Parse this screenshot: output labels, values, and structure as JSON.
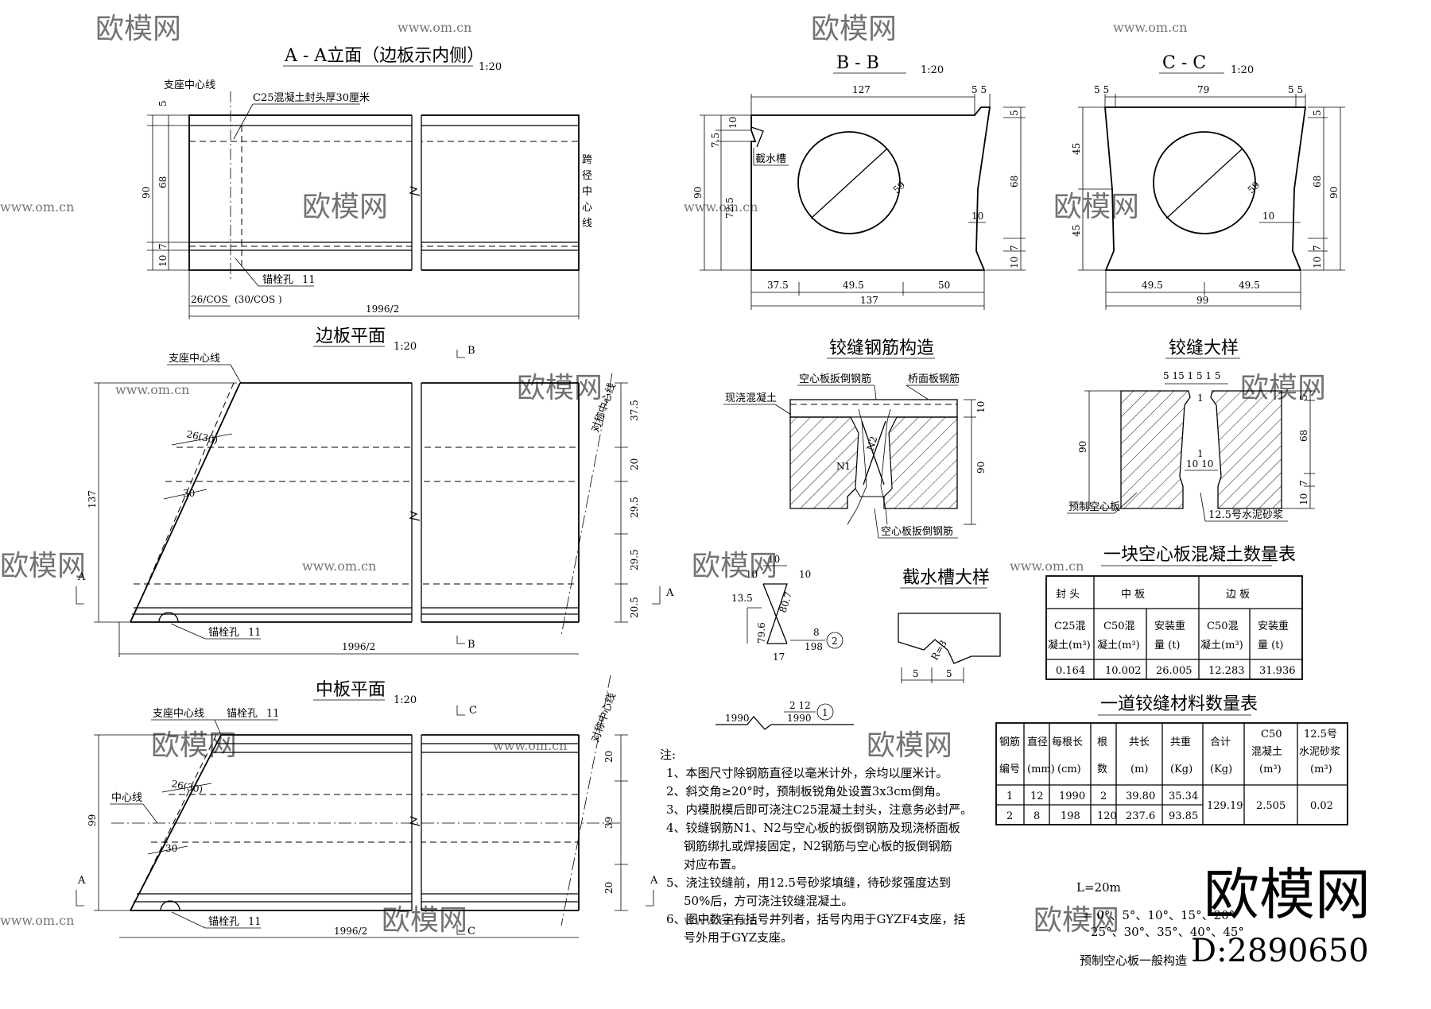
{
  "views": {
    "aa": {
      "title": "A - A立面（边板示内侧）",
      "scale": "1:20",
      "support_cl": "支座中心线",
      "seal": "C25混凝土封头厚30厘米",
      "span_cl": "跨径中心线",
      "anchor": "锚栓孔",
      "anchor_n": "11",
      "d_26cos": "26/COS",
      "d_30cos": "(30/COS )",
      "d_len": "1996/2",
      "d_5": "5",
      "d_68": "68",
      "d_90": "90",
      "d_10": "10",
      "d_7": "7"
    },
    "edge": {
      "title": "边板平面",
      "scale": "1:20",
      "support_cl": "支座中心线",
      "sym_cl": "对称中心线",
      "anchor": "锚栓孔",
      "anchor_n": "11",
      "d_26_30": "26(30)",
      "d_30": "30",
      "d_137": "137",
      "d_len": "1996/2",
      "d_375": "37.5",
      "d_20": "20",
      "d_295a": "29.5",
      "d_295b": "29.5",
      "d_205": "20.5",
      "sec_a": "A",
      "sec_b": "B"
    },
    "mid": {
      "title": "中板平面",
      "scale": "1:20",
      "support_cl": "支座中心线",
      "anchor_top": "锚栓孔",
      "anchor_top_n": "11",
      "centerline": "中心线",
      "sym_cl": "对称中心线",
      "anchor": "锚栓孔",
      "anchor_n": "11",
      "d_26_30": "26(30)",
      "d_30": "30",
      "d_99": "99",
      "d_len": "1996/2",
      "d_20a": "20",
      "d_39": "39",
      "d_20b": "20",
      "sec_a": "A",
      "sec_c": "C"
    },
    "bb": {
      "title": "B - B",
      "scale": "1:20",
      "drip": "截水槽",
      "d_127": "127",
      "d_55": "5 5",
      "d_10": "10",
      "d_75": "7.5",
      "d_90": "90",
      "d_725": "72.5",
      "d_59": "59",
      "d_5": "5",
      "d_68": "68",
      "d_10b": "10",
      "d_7": "7",
      "d_10c": "10",
      "d_375": "37.5",
      "d_495": "49.5",
      "d_50": "50",
      "d_137": "137"
    },
    "cc": {
      "title": "C - C",
      "scale": "1:20",
      "d_55a": "5 5",
      "d_79": "79",
      "d_55b": "5 5",
      "d_45a": "45",
      "d_45b": "45",
      "d_59": "59",
      "d_10": "10",
      "d_5": "5",
      "d_68": "68",
      "d_90": "90",
      "d_10b": "10",
      "d_7": "7",
      "d_495a": "49.5",
      "d_495b": "49.5",
      "d_99": "99"
    },
    "hinge_rebar": {
      "title": "铰缝钢筋构造",
      "bent_top": "空心板扳倒钢筋",
      "deck": "桥面板钢筋",
      "cast": "现浇混凝土",
      "bent_bot": "空心板扳倒钢筋",
      "n1": "N1",
      "n2": "N2",
      "d_10": "10",
      "d_90": "90"
    },
    "hinge": {
      "title": "铰缝大样",
      "d_top": "5 15 1 5 1 5",
      "d_5": "5",
      "d_68": "68",
      "d_90": "90",
      "d_10": "10",
      "d_7": "7",
      "d_1a": "1",
      "d_1b": "1",
      "d_1010": "10 10",
      "precast": "预制空心板",
      "mortar": "12.5号水泥砂浆"
    },
    "bar2": {
      "d_10top": "10",
      "d_10l": "10",
      "d_10r": "10",
      "d_135": "13.5",
      "d_807": "80.7",
      "d_796": "79.6",
      "d_17": "17",
      "tag_top": "8",
      "tag_bot": "198",
      "circ": "2"
    },
    "bar1": {
      "len": "1990",
      "tag_top": "2 12",
      "tag_bot": "1990",
      "circ": "1"
    },
    "drip_detail": {
      "title": "截水槽大样",
      "r": "R=3",
      "d_5a": "5",
      "d_5b": "5"
    }
  },
  "table1": {
    "title": "一块空心板混凝土数量表",
    "headers": [
      "封  头",
      "中    板",
      "边    板"
    ],
    "sub": [
      "C25混凝土(m³)",
      "C50混凝土(m³)",
      "安装重量 (t)",
      "C50混凝土(m³)",
      "安装重量 (t)"
    ],
    "row": [
      "0.164",
      "10.002",
      "26.005",
      "12.283",
      "31.936"
    ]
  },
  "table2": {
    "title": "一道铰缝材料数量表",
    "headers": [
      "钢筋编号",
      "直径(mm)",
      "每根长(cm)",
      "根数",
      "共长(m)",
      "共重(Kg)",
      "合计(Kg)",
      "C50混凝土(m³)",
      "12.5号水泥砂浆(m³)"
    ],
    "rows": [
      [
        "1",
        "12",
        "1990",
        "2",
        "39.80",
        "35.34"
      ],
      [
        "2",
        "8",
        "198",
        "120",
        "237.6",
        "93.85"
      ]
    ],
    "merged": [
      "129.19",
      "2.505",
      "0.02"
    ]
  },
  "notes": {
    "head": "注:",
    "items": [
      "1、本图尺寸除钢筋直径以毫米计外，余均以厘米计。",
      "2、斜交角≥20°时，预制板锐角处设置3x3cm倒角。",
      "3、内模脱模后即可浇注C25混凝土封头，注意务必封严。",
      "4、铰缝钢筋N1、N2与空心板的扳倒钢筋及现浇桥面板",
      "钢筋绑扎或焊接固定，N2钢筋与空心板的扳倒钢筋",
      "对应布置。",
      "5、浇注铰缝前，用12.5号砂浆填缝，待砂浆强度达到",
      "50%后，方可浇注铰缝混凝土。",
      "6、图中数字有括号并列者，括号内用于GYZF4支座，括",
      "号外用于GYZ支座。"
    ]
  },
  "footer": {
    "span": "L=20m",
    "angles1": "= 0°、5°、10°、15°、20°",
    "angles2": "25°、30°、35°、40°、45°",
    "title": "预制空心板一般构造"
  },
  "watermark": {
    "brand": "欧模网",
    "url": "www.om.cn",
    "id": "D:2890650"
  }
}
